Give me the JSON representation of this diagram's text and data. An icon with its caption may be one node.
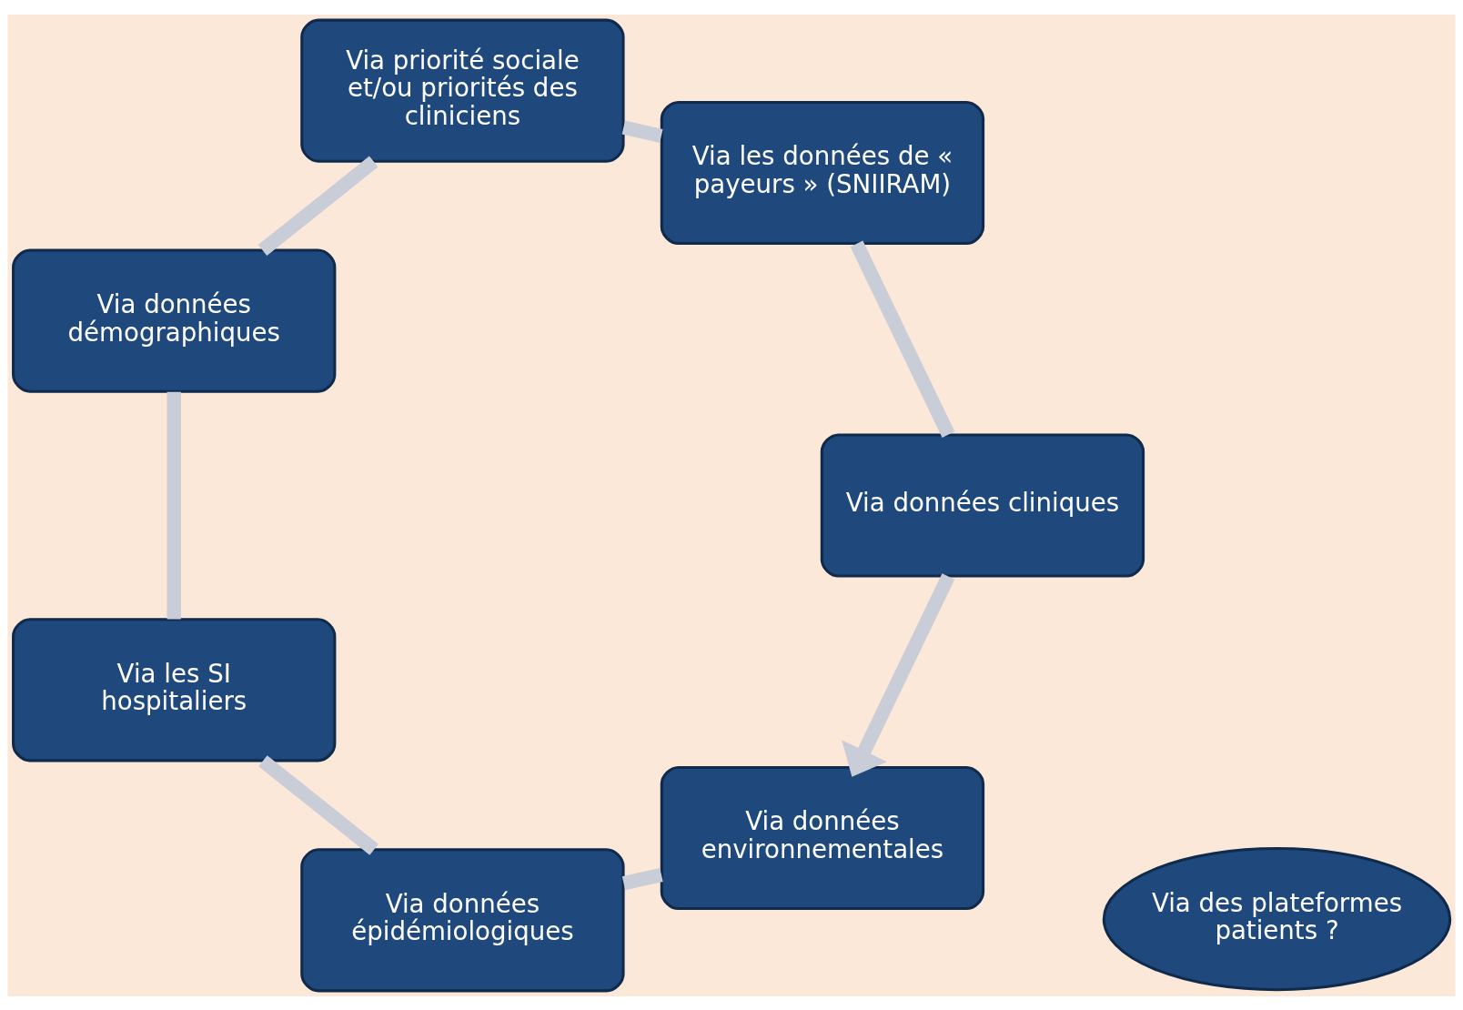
{
  "diagram": {
    "nodes": [
      {
        "text": [
          "Via données environnementales"
        ]
      },
      {
        "text": [
          "Via données épidémiologiques"
        ]
      },
      {
        "text": [
          "Via les SI hospitaliers"
        ]
      },
      {
        "text": [
          "Via données démographiques"
        ]
      },
      {
        "text": [
          "Via priorité sociale et/ou priorités des cliniciens"
        ]
      },
      {
        "text": [
          "Via les données de « payeurs » (SNIIRAM)"
        ]
      },
      {
        "text": [
          "Via données cliniques"
        ]
      },
      {
        "text": [
          "Via des plateformes patients ?"
        ]
      }
    ],
    "edges": [
      {
        "from": 0,
        "to": 1,
        "arrow": "none"
      },
      {
        "from": 1,
        "to": 2,
        "arrow": "none"
      },
      {
        "from": 2,
        "to": 3,
        "arrow": "none"
      },
      {
        "from": 3,
        "to": 4,
        "arrow": "none"
      },
      {
        "from": 4,
        "to": 5,
        "arrow": "none"
      },
      {
        "from": 5,
        "to": 6,
        "arrow": "none"
      },
      {
        "from": 6,
        "to": 0,
        "arrow": "to"
      }
    ]
  }
}
